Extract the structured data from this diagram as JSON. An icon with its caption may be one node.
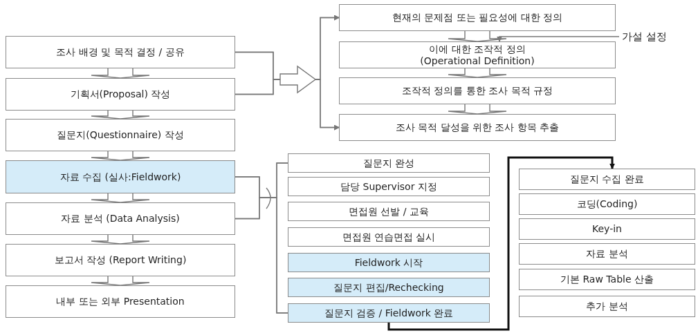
{
  "diagram": {
    "nodes": [
      {
        "text": [
          "조사 배경 및 목적 결정 / 공유"
        ]
      },
      {
        "text": [
          "기획서(Proposal) 작성"
        ]
      },
      {
        "text": [
          "질문지(Questionnaire) 작성"
        ]
      },
      {
        "text": [
          "자료 수집 (실사:Fieldwork)"
        ]
      },
      {
        "text": [
          "자료 분석 (Data Analysis)"
        ]
      },
      {
        "text": [
          "보고서 작성 (Report Writing)"
        ]
      },
      {
        "text": [
          "내부 또는 외부 Presentation"
        ]
      },
      {
        "text": [
          "현재의 문제점 또는 필요성에 대한 정의"
        ]
      },
      {
        "text": [
          "이에 대한 조작적 정의 (Operational Definition)"
        ]
      },
      {
        "text": [
          "조작적 정의를 통한 조사 목적 규정"
        ]
      },
      {
        "text": [
          "조사 목적 달성을 위한 조사 항목 추출"
        ]
      },
      {
        "text": [
          "가설 설정"
        ]
      },
      {
        "text": [
          "질문지 완성"
        ]
      },
      {
        "text": [
          "담당 Supervisor 지정"
        ]
      },
      {
        "text": [
          "면접원 선발 / 교육"
        ]
      },
      {
        "text": [
          "면접원 연습면접 실시"
        ]
      },
      {
        "text": [
          "Fieldwork 시작"
        ]
      },
      {
        "text": [
          "질문지 편집/Rechecking"
        ]
      },
      {
        "text": [
          "질문지 검증 / Fieldwork 완료"
        ]
      },
      {
        "text": [
          "질문지 수집 완료"
        ]
      },
      {
        "text": [
          "코딩(Coding)"
        ]
      },
      {
        "text": [
          "Key-in"
        ]
      },
      {
        "text": [
          "자료 분석"
        ]
      },
      {
        "text": [
          "기본 Raw Table 산출"
        ]
      },
      {
        "text": [
          "추가 분석"
        ]
      }
    ],
    "edges": [
      {
        "from": 0,
        "to": 1,
        "arrow": "to"
      },
      {
        "from": 1,
        "to": 2,
        "arrow": "to"
      },
      {
        "from": 2,
        "to": 3,
        "arrow": "to"
      },
      {
        "from": 3,
        "to": 4,
        "arrow": "to"
      },
      {
        "from": 4,
        "to": 5,
        "arrow": "to"
      },
      {
        "from": 5,
        "to": 6,
        "arrow": "to"
      },
      {
        "from": 7,
        "to": 8,
        "arrow": "to"
      },
      {
        "from": 8,
        "to": 9,
        "arrow": "to"
      },
      {
        "from": 9,
        "to": 10,
        "arrow": "to"
      },
      {
        "from": 11,
        "to": 8,
        "arrow": "to"
      },
      {
        "from": 0,
        "to": 7,
        "arrow": "to"
      },
      {
        "from": 0,
        "to": 10,
        "arrow": "to"
      },
      {
        "from": 1,
        "to": 7,
        "arrow": "to"
      },
      {
        "from": 1,
        "to": 10,
        "arrow": "to"
      },
      {
        "from": 3,
        "to": 12,
        "arrow": "none"
      },
      {
        "from": 3,
        "to": 18,
        "arrow": "none"
      },
      {
        "from": 4,
        "to": 12,
        "arrow": "none"
      },
      {
        "from": 4,
        "to": 18,
        "arrow": "none"
      },
      {
        "from": 18,
        "to": 19,
        "arrow": "to",
        "style": "thick",
        "color": "#111111"
      }
    ]
  }
}
